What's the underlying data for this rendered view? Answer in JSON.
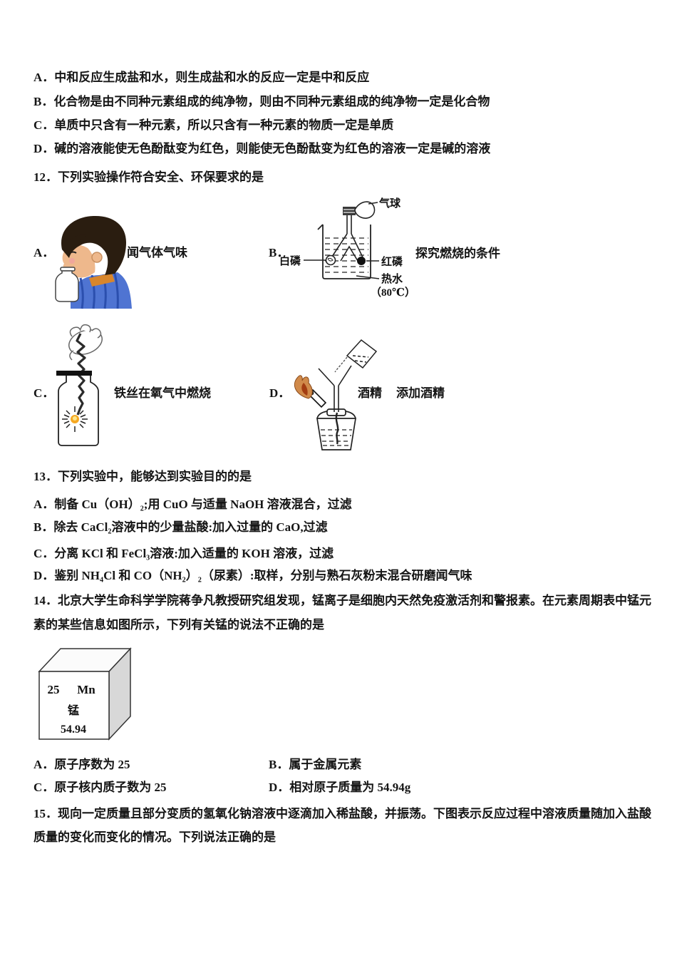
{
  "q11": {
    "options": [
      "A．中和反应生成盐和水，则生成盐和水的反应一定是中和反应",
      "B．化合物是由不同种元素组成的纯净物，则由不同种元素组成的纯净物一定是化合物",
      "C．单质中只含有一种元素，所以只含有一种元素的物质一定是单质",
      "D．碱的溶液能使无色酚酞变为红色，则能使无色酚酞变为红色的溶液一定是碱的溶液"
    ]
  },
  "q12": {
    "stem": "12．下列实验操作符合安全、环保要求的是",
    "option_a": {
      "label": "A．",
      "caption": "闻气体气味"
    },
    "option_b": {
      "label": "B．",
      "caption": "探究燃烧的条件",
      "labels": {
        "balloon": "气球",
        "white_phosphorus": "白磷",
        "red_phosphorus": "红磷",
        "hot_water": "热水",
        "temperature": "（80℃）"
      }
    },
    "option_c": {
      "label": "C．",
      "caption": "铁丝在氧气中燃烧"
    },
    "option_d": {
      "label": "D．",
      "caption_left": "酒精",
      "caption_right": "添加酒精"
    }
  },
  "q13": {
    "stem": "13．下列实验中，能够达到实验目的的是",
    "options": [
      "A．制备 Cu（OH）₂;用 CuO 与适量 NaOH 溶液混合，过滤",
      "B．除去 CaCl₂溶液中的少量盐酸:加入过量的 CaO,过滤",
      "C．分离 KCl 和 FeCl₃溶液:加入适量的 KOH 溶液，过滤",
      "D．鉴别 NH₄Cl 和 CO（NH₂）₂（尿素）:取样，分别与熟石灰粉末混合研磨闻气味"
    ]
  },
  "q14": {
    "stem_lines": [
      "14．北京大学生命科学学院蒋争凡教授研究组发现，锰离子是细胞内天然免疫激活剂和警报素。在元素周期表中锰元",
      "素的某些信息如图所示，下列有关锰的说法不正确的是"
    ],
    "element_box": {
      "atomic_number": "25",
      "symbol": "Mn",
      "name": "锰",
      "atomic_mass": "54.94"
    },
    "options": [
      "A．原子序数为 25",
      "B．属于金属元素",
      "C．原子核内质子数为 25",
      "D．相对原子质量为 54.94g"
    ]
  },
  "q15": {
    "stem_lines": [
      "15．现向一定质量且部分变质的氢氧化钠溶液中逐滴加入稀盐酸，并振荡。下图表示反应过程中溶液质量随加入盐酸",
      "质量的变化而变化的情况。下列说法正确的是"
    ]
  }
}
